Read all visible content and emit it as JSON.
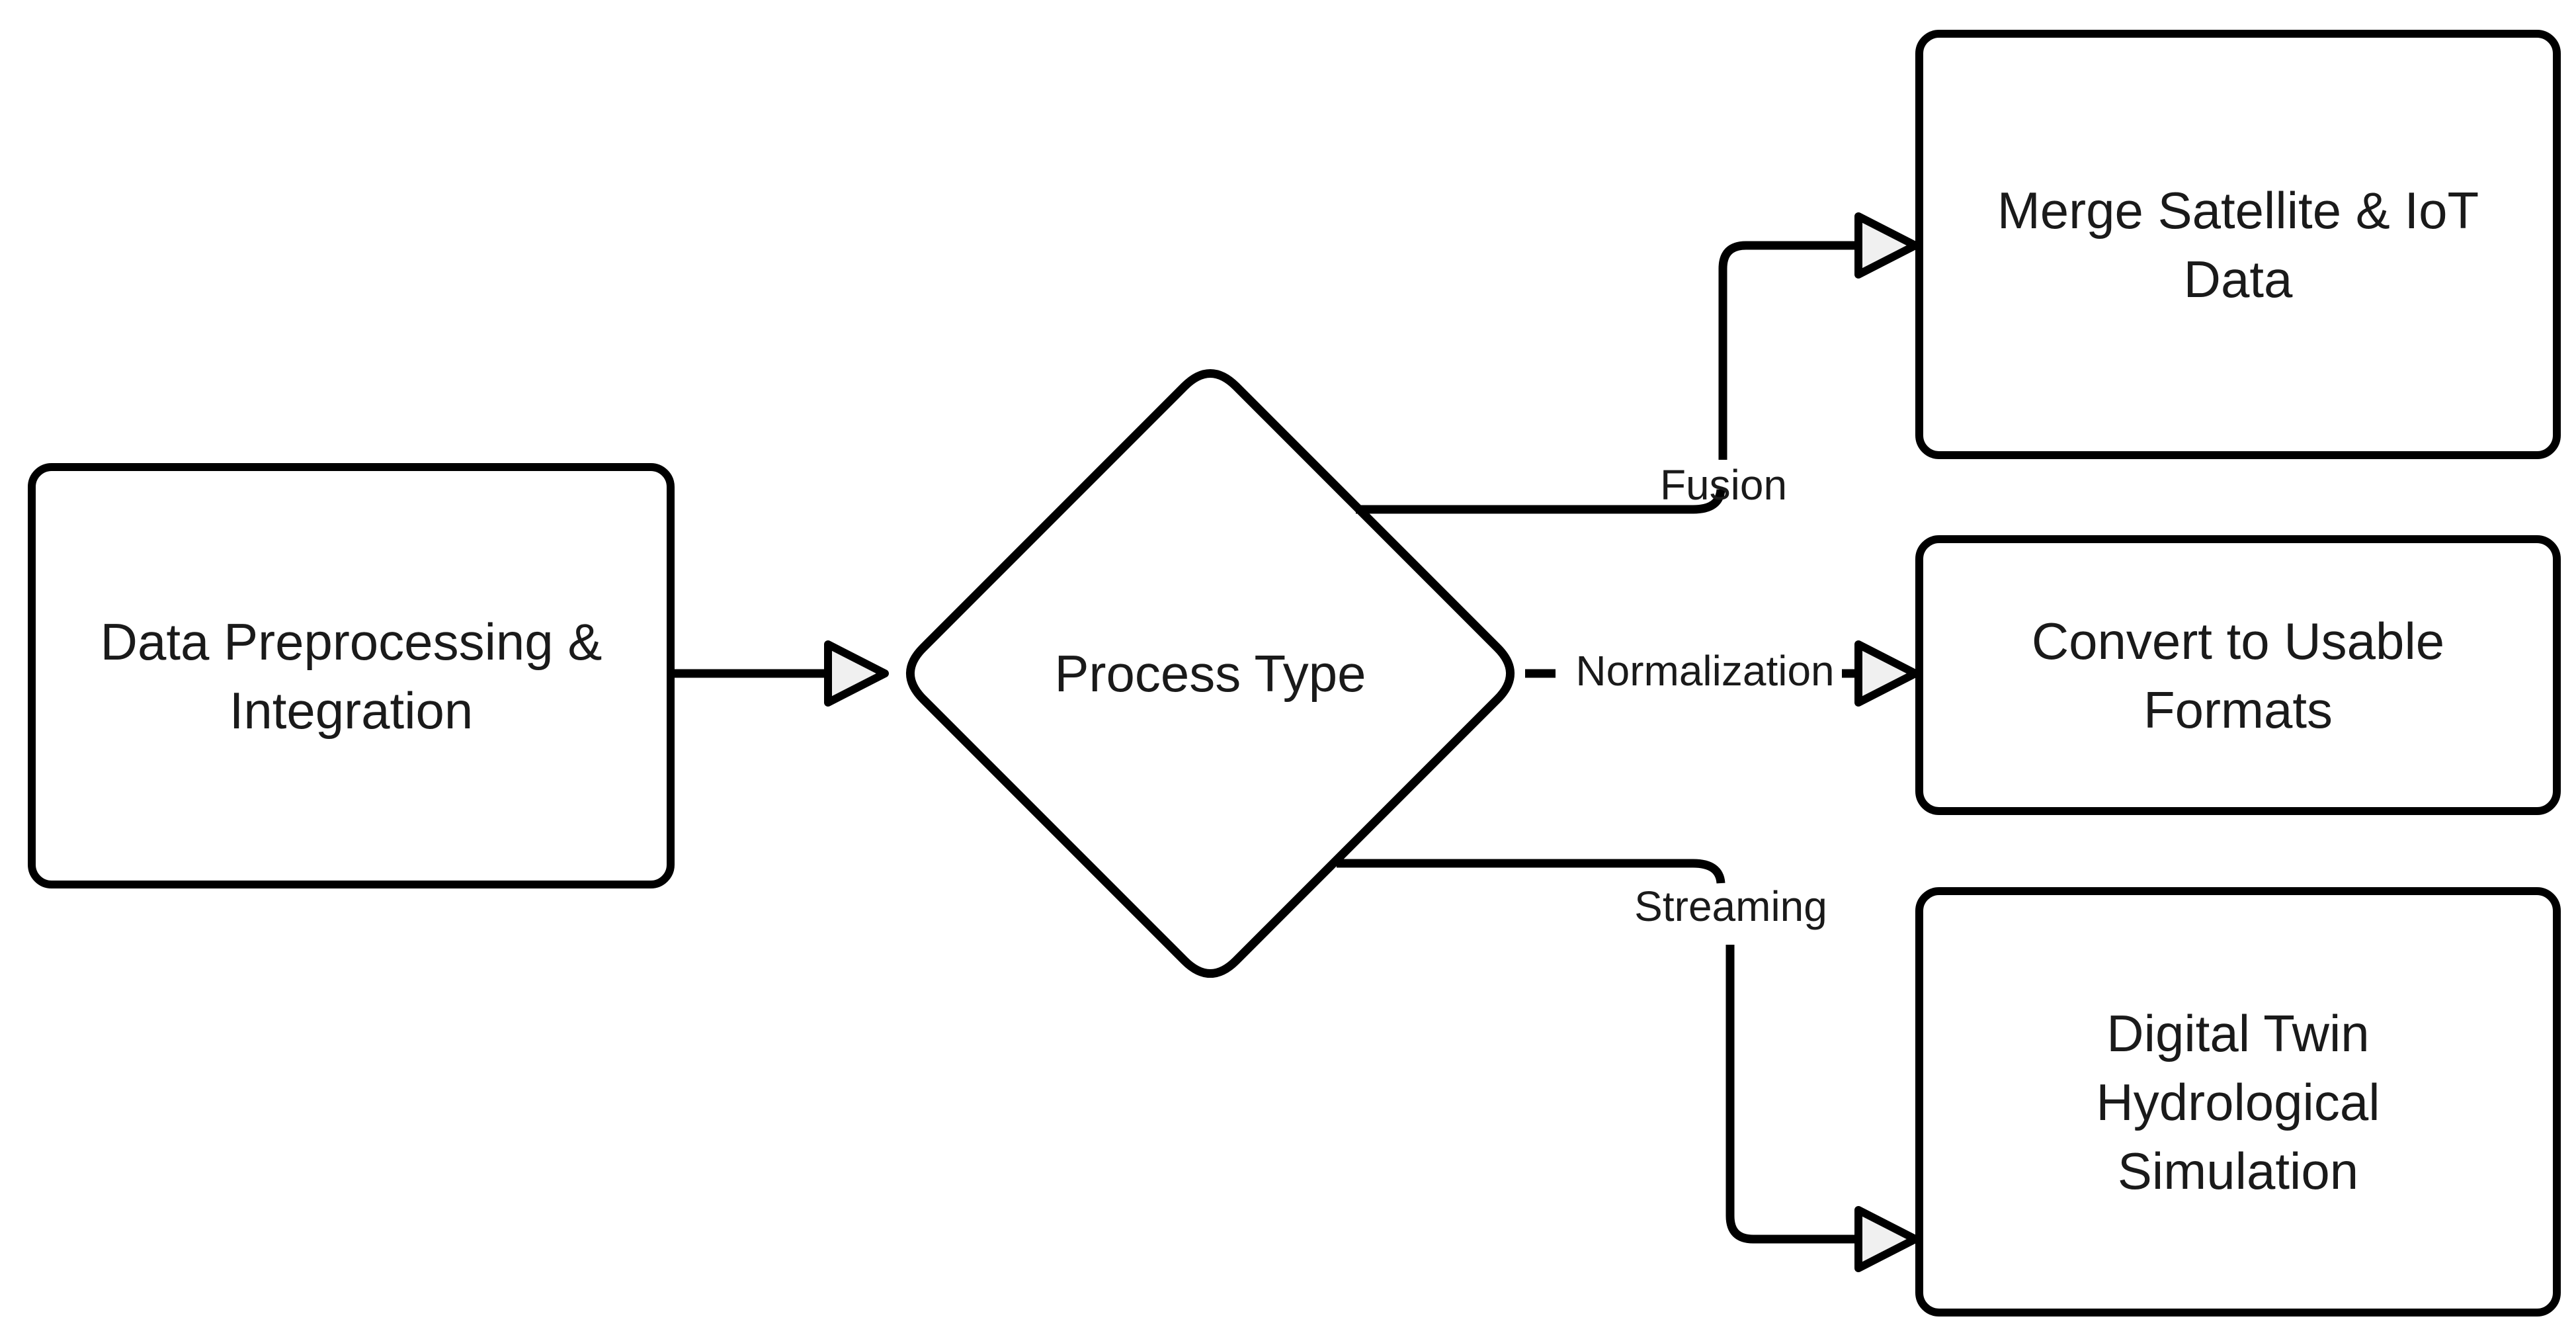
{
  "diagram": {
    "kind": "flowchart",
    "direction": "left-to-right",
    "background_color": "#ffffff",
    "line_color": "#000000",
    "text_color": "#1a1a1a",
    "arrowhead_fill": "#f0f0f0"
  },
  "nodes": {
    "start": {
      "shape": "rounded-rectangle",
      "lines": [
        "Data Preprocessing &",
        "Integration"
      ]
    },
    "decision": {
      "shape": "diamond",
      "label": "Process Type"
    },
    "fusion_target": {
      "shape": "rounded-rectangle",
      "lines": [
        "Merge Satellite & IoT",
        "Data"
      ]
    },
    "normalization_target": {
      "shape": "rounded-rectangle",
      "lines": [
        "Convert to Usable",
        "Formats"
      ]
    },
    "streaming_target": {
      "shape": "rounded-rectangle",
      "lines": [
        "Digital Twin",
        "Hydrological",
        "Simulation"
      ]
    }
  },
  "edges": {
    "start_to_decision": {
      "from": "start",
      "to": "decision",
      "label": ""
    },
    "fusion": {
      "from": "decision",
      "to": "fusion_target",
      "label": "Fusion"
    },
    "normalization": {
      "from": "decision",
      "to": "normalization_target",
      "label": "Normalization"
    },
    "streaming": {
      "from": "decision",
      "to": "streaming_target",
      "label": "Streaming"
    }
  }
}
